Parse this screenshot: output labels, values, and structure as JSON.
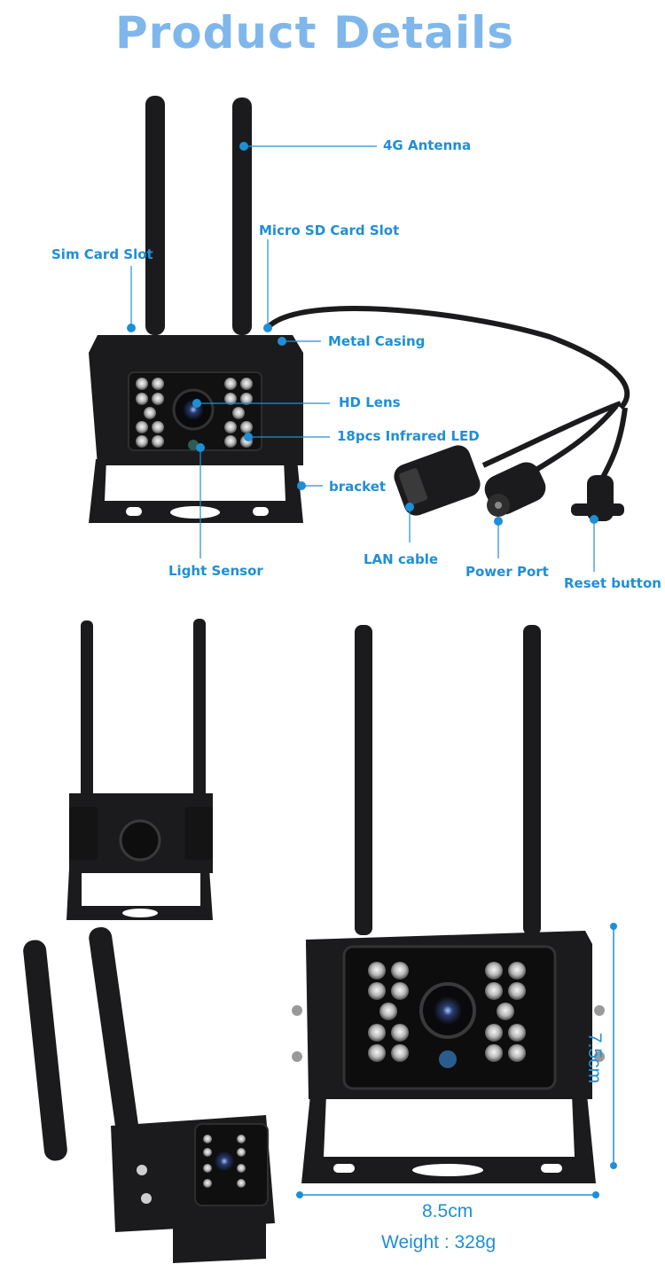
{
  "page": {
    "title": "Product Details"
  },
  "callouts": {
    "antenna_4g": "4G Antenna",
    "micro_sd": "Micro SD Card Slot",
    "sim_card": "Sim Card Slot",
    "metal_casing": "Metal Casing",
    "hd_lens": "HD Lens",
    "infrared_led": "18pcs Infrared LED",
    "bracket": "bracket",
    "light_sensor": "Light Sensor",
    "lan_cable": "LAN cable",
    "power_port": "Power Port",
    "reset_button": "Reset button"
  },
  "dimensions": {
    "height": "7.5cm",
    "width": "8.5cm",
    "weight": "Weight : 328g"
  },
  "colors": {
    "accent": "#1e8fd6",
    "title": "#7fb7ec",
    "product": "#1b1b1d"
  }
}
